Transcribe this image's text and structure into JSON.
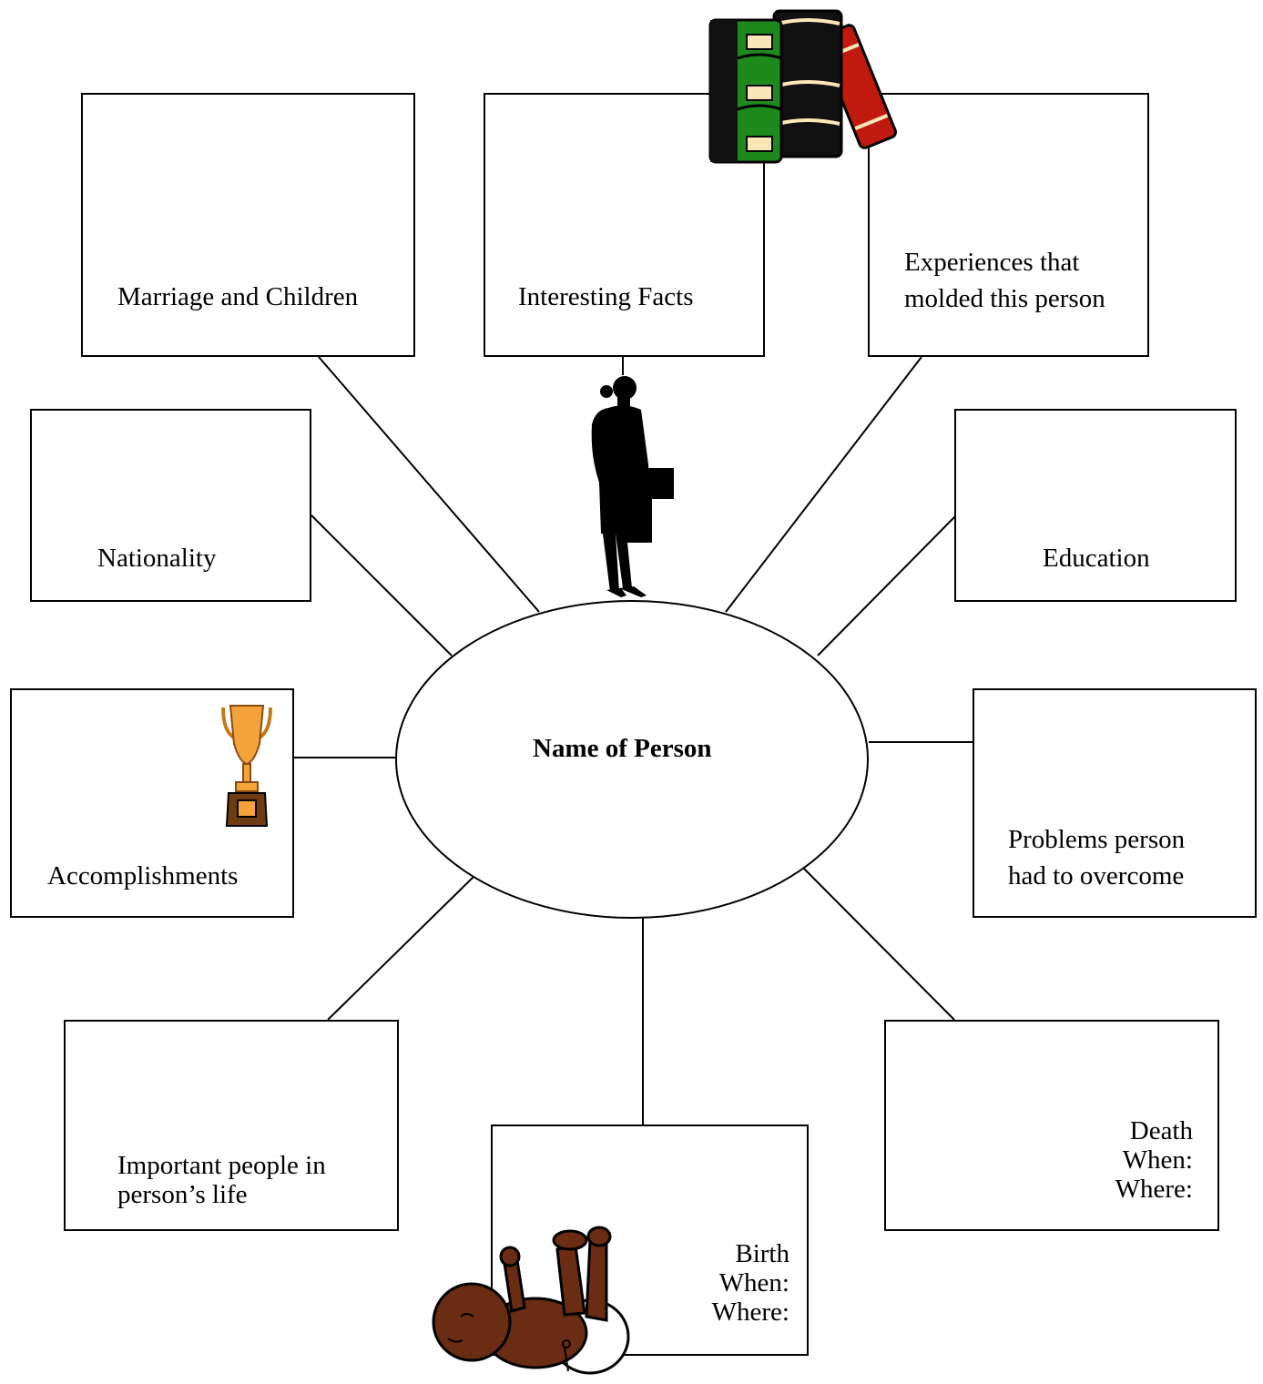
{
  "center": {
    "label": "Name of Person"
  },
  "boxes": {
    "marriage": "Marriage and Children",
    "facts": "Interesting Facts",
    "experiences_line1": "Experiences that",
    "experiences_line2": "molded this person",
    "nationality": "Nationality",
    "education": "Education",
    "accomplishments": "Accomplishments",
    "problems_line1": "Problems person",
    "problems_line2": "had to overcome",
    "people_line1": "Important people in",
    "people_line2": "person’s life",
    "birth_line1": "Birth",
    "birth_line2": "When:",
    "birth_line3": "Where:",
    "death_line1": "Death",
    "death_line2": "When:",
    "death_line3": "Where:"
  },
  "clipart": {
    "books": "books-icon",
    "woman": "woman-silhouette-icon",
    "trophy": "trophy-icon",
    "baby": "baby-icon"
  },
  "colors": {
    "book_green": "#1e8a1e",
    "book_black": "#111111",
    "book_red": "#c01a10",
    "book_label": "#fbe6b8",
    "trophy_gold": "#f3a33a",
    "trophy_base": "#6e3b12",
    "baby_skin": "#6a2c12"
  }
}
